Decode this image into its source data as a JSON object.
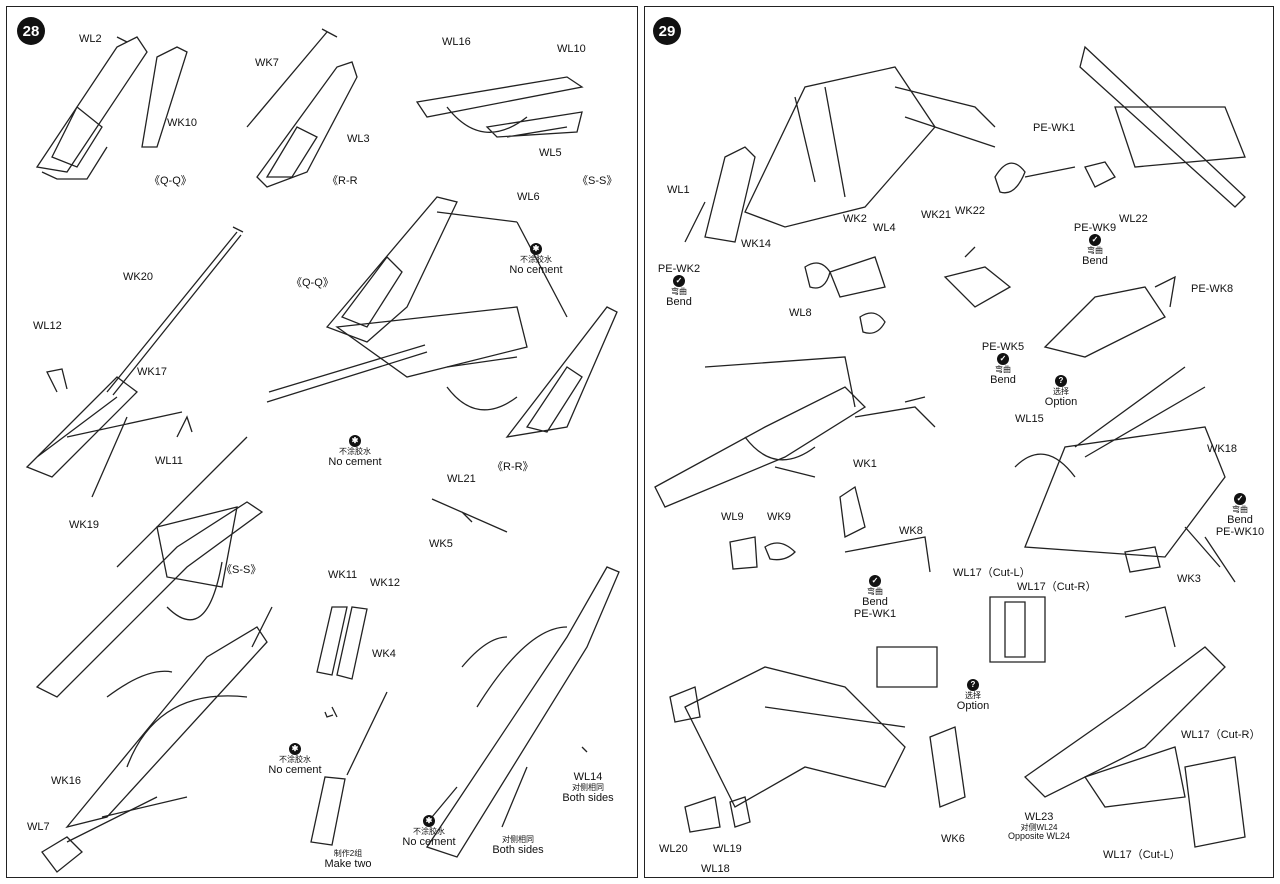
{
  "step28": {
    "number": "28",
    "parts": {
      "wl2": "WL2",
      "wk10": "WK10",
      "wk7": "WK7",
      "wl3": "WL3",
      "wl16": "WL16",
      "wl10": "WL10",
      "wl5": "WL5",
      "wl6": "WL6",
      "wk20": "WK20",
      "wl12": "WL12",
      "wk17": "WK17",
      "wl11": "WL11",
      "wk19": "WK19",
      "wl21": "WL21",
      "wk5": "WK5",
      "wk11": "WK11",
      "wk12": "WK12",
      "wk4": "WK4",
      "wk16": "WK16",
      "wl7": "WL7",
      "wl14": "WL14"
    },
    "views": {
      "qq_top": "《Q-Q》",
      "rr_top": "《R-R",
      "ss_top": "《S-S》",
      "qq_mid": "《Q-Q》",
      "rr_mid": "《R-R》",
      "ss_mid": "《S-S》"
    },
    "notes": {
      "no_cement_zh": "不涂胶水",
      "no_cement": "No cement",
      "make_two_zh": "制作2组",
      "make_two": "Make two",
      "both_sides_zh": "对侧相同",
      "both_sides": "Both sides"
    }
  },
  "step29": {
    "number": "29",
    "parts": {
      "wl1": "WL1",
      "wk14": "WK14",
      "pe_wk2": "PE-WK2",
      "wk2": "WK2",
      "wl4": "WL4",
      "wl8": "WL8",
      "wk21": "WK21",
      "wk22": "WK22",
      "pe_wk1_top": "PE-WK1",
      "pe_wk9": "PE-WK9",
      "wl22": "WL22",
      "pe_wk8": "PE-WK8",
      "pe_wk5": "PE-WK5",
      "wl15": "WL15",
      "wk18": "WK18",
      "wk1": "WK1",
      "wl9": "WL9",
      "wk9": "WK9",
      "wk8": "WK8",
      "pe_wk1_mid": "PE-WK1",
      "pe_wk10": "PE-WK10",
      "wk3": "WK3",
      "wl17_cutl_top": "WL17（Cut-L）",
      "wl17_cutr_top": "WL17（Cut-R）",
      "wl20": "WL20",
      "wl19": "WL19",
      "wl18": "WL18",
      "wk6": "WK6",
      "wl23": "WL23",
      "wl17_cutr_bot": "WL17（Cut-R）",
      "wl17_cutl_bot": "WL17（Cut-L）"
    },
    "notes": {
      "bend_zh": "弯曲",
      "bend": "Bend",
      "option_zh": "选择",
      "option": "Option",
      "opposite_zh": "对侧WL24",
      "opposite": "Opposite WL24"
    }
  }
}
